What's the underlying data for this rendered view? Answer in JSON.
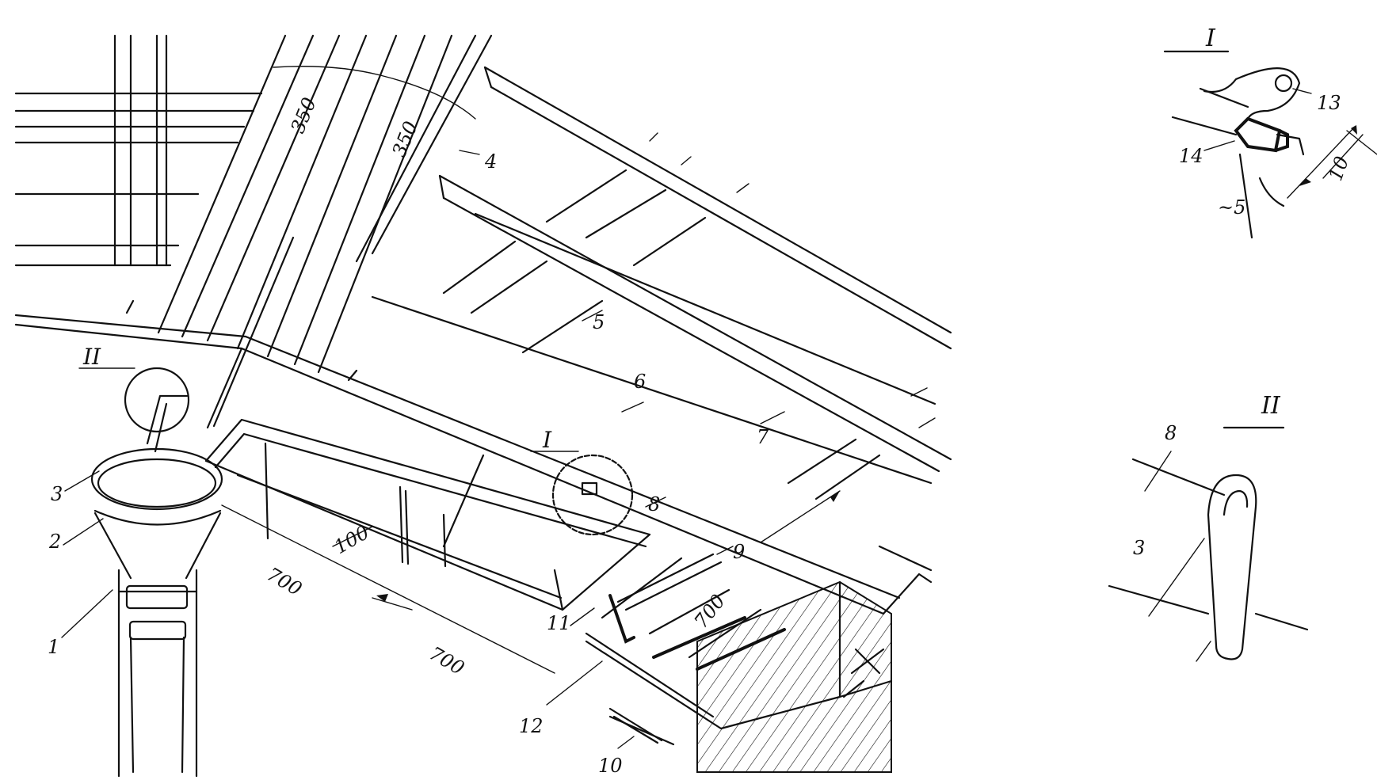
{
  "callouts": {
    "n1": "1",
    "n2": "2",
    "n3": "3",
    "n4": "4",
    "n5": "5",
    "n6": "6",
    "n7": "7",
    "n8": "8",
    "n9": "9",
    "n10": "10",
    "n11": "11",
    "n12": "12",
    "n13": "13",
    "n14": "14"
  },
  "dimensions": {
    "d350a": "350",
    "d350b": "350",
    "d100": "100",
    "d700a": "700",
    "d700b": "700",
    "d700c": "700",
    "d10": "10",
    "d5": "~5"
  },
  "details": {
    "detail_I_label": "I",
    "detail_II_label": "II",
    "detail_I_mark": "I",
    "detail_II_mark": "II",
    "detail_II_part8": "8",
    "detail_II_part3": "3"
  }
}
